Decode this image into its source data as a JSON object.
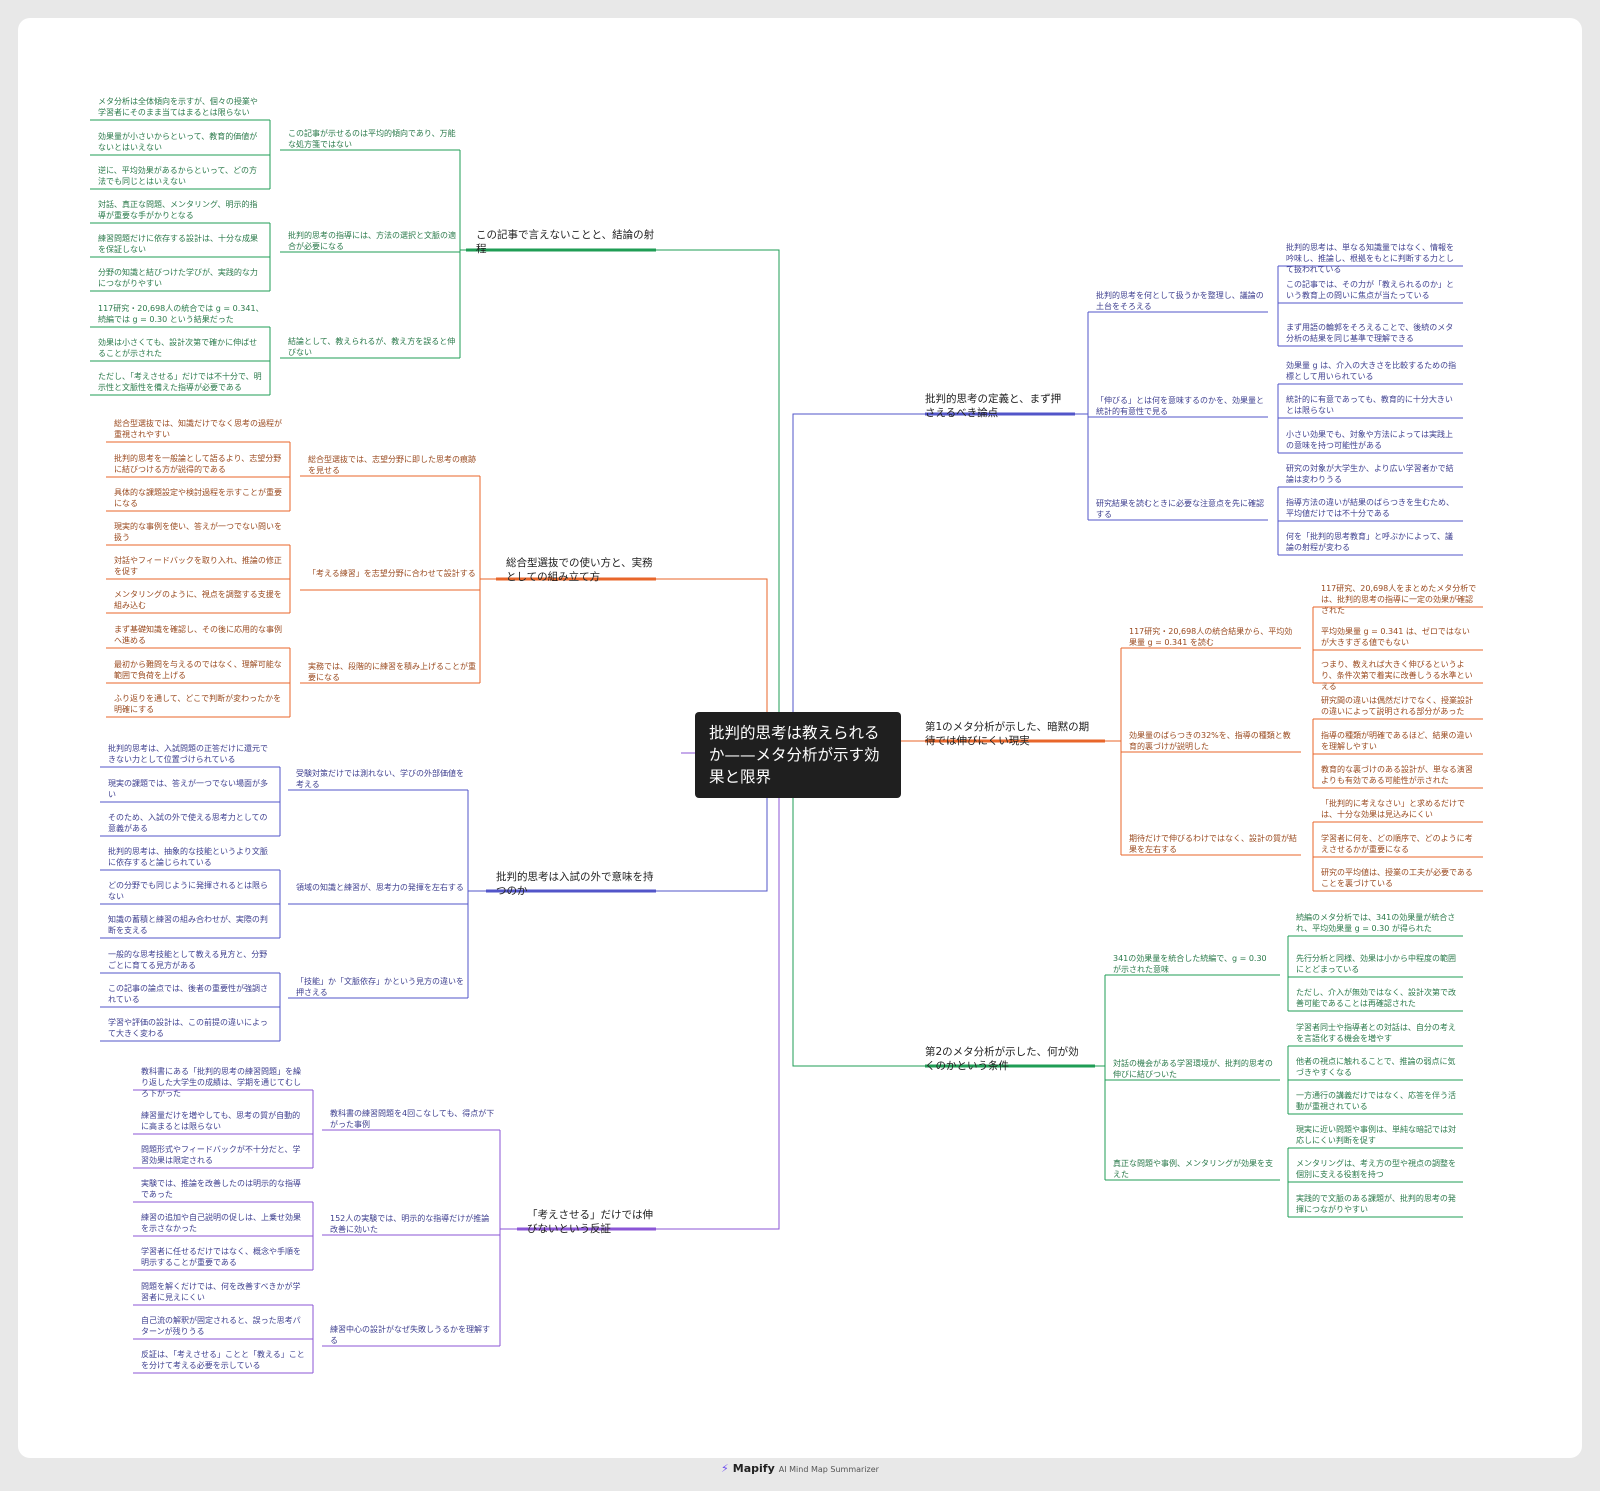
{
  "root": {
    "title": "批判的思考は教えられるか——メタ分析が示す効果と限界"
  },
  "footer": {
    "brand": "Mapify",
    "tagline": "AI Mind Map Summarizer"
  },
  "branches": [
    {
      "name": "branch-scope",
      "label": "この記事で言えないことと、結論の射程",
      "color": "#1f9d55",
      "groups": [
        {
          "label": "この記事が示せるのは平均的傾向であり、万能な処方箋ではない",
          "items": [
            "メタ分析は全体傾向を示すが、個々の授業や学習者にそのまま当てはまるとは限らない",
            "効果量が小さいからといって、教育的価値がないとはいえない",
            "逆に、平均効果があるからといって、どの方法でも同じとはいえない"
          ]
        },
        {
          "label": "批判的思考の指導には、方法の選択と文脈の適合が必要になる",
          "items": [
            "対話、真正な問題、メンタリング、明示的指導が重要な手がかりとなる",
            "練習問題だけに依存する設計は、十分な成果を保証しない",
            "分野の知識と結びつけた学びが、実践的な力につながりやすい"
          ]
        },
        {
          "label": "結論として、教えられるが、教え方を誤ると伸びない",
          "items": [
            "117研究・20,698人の統合では g = 0.341、続編では g = 0.30 という結果だった",
            "効果は小さくても、設計次第で確かに伸ばせることが示された",
            "ただし、「考えさせる」だけでは不十分で、明示性と文脈性を備えた指導が必要である"
          ]
        }
      ]
    },
    {
      "name": "branch-practice",
      "label": "総合型選抜での使い方と、実務としての組み立て方",
      "color": "#e8662a",
      "groups": [
        {
          "label": "総合型選抜では、志望分野に即した思考の痕跡を見せる",
          "items": [
            "総合型選抜では、知識だけでなく思考の過程が重視されやすい",
            "批判的思考を一般論として語るより、志望分野に結びつける方が説得的である",
            "具体的な課題設定や検討過程を示すことが重要になる"
          ]
        },
        {
          "label": "「考える練習」を志望分野に合わせて設計する",
          "items": [
            "現実的な事例を使い、答えが一つでない問いを扱う",
            "対話やフィードバックを取り入れ、推論の修正を促す",
            "メンタリングのように、視点を調整する支援を組み込む"
          ]
        },
        {
          "label": "実務では、段階的に練習を積み上げることが重要になる",
          "items": [
            "まず基礎知識を確認し、その後に応用的な事例へ進める",
            "最初から難問を与えるのではなく、理解可能な範囲で負荷を上げる",
            "ふり返りを通して、どこで判断が変わったかを明確にする"
          ]
        }
      ]
    },
    {
      "name": "branch-outside",
      "label": "批判的思考は入試の外で意味を持つのか",
      "color": "#5255c9",
      "groups": [
        {
          "label": "受験対策だけでは測れない、学びの外部価値を考える",
          "items": [
            "批判的思考は、入試問題の正答だけに還元できない力として位置づけられている",
            "現実の課題では、答えが一つでない場面が多い",
            "そのため、入試の外で使える思考力としての意義がある"
          ]
        },
        {
          "label": "領域の知識と練習が、思考力の発揮を左右する",
          "items": [
            "批判的思考は、抽象的な技能というより文脈に依存すると論じられている",
            "どの分野でも同じように発揮されるとは限らない",
            "知識の蓄積と練習の組み合わせが、実際の判断を支える"
          ]
        },
        {
          "label": "「技能」か「文脈依存」かという見方の違いを押さえる",
          "items": [
            "一般的な思考技能として教える見方と、分野ごとに育てる見方がある",
            "この記事の論点では、後者の重要性が強調されている",
            "学習や評価の設計は、この前提の違いによって大きく変わる"
          ]
        }
      ]
    },
    {
      "name": "branch-counter",
      "label": "「考えさせる」だけでは伸びないという反証",
      "color": "#8b55d6",
      "groups": [
        {
          "label": "教科書の練習問題を4回こなしても、得点が下がった事例",
          "items": [
            "教科書にある「批判的思考の練習問題」を繰り返した大学生の成績は、学期を通じてむしろ下がった",
            "練習量だけを増やしても、思考の質が自動的に高まるとは限らない",
            "問題形式やフィードバックが不十分だと、学習効果は限定される"
          ]
        },
        {
          "label": "152人の実験では、明示的な指導だけが推論改善に効いた",
          "items": [
            "実験では、推論を改善したのは明示的な指導であった",
            "練習の追加や自己説明の促しは、上乗せ効果を示さなかった",
            "学習者に任せるだけではなく、概念や手順を明示することが重要である"
          ]
        },
        {
          "label": "練習中心の設計がなぜ失敗しうるかを理解する",
          "items": [
            "問題を解くだけでは、何を改善すべきかが学習者に見えにくい",
            "自己流の解釈が固定されると、誤った思考パターンが残りうる",
            "反証は、「考えさせる」ことと「教える」ことを分けて考える必要を示している"
          ]
        }
      ]
    },
    {
      "name": "branch-definition",
      "label": "批判的思考の定義と、まず押さえるべき論点",
      "color": "#5255c9",
      "groups": [
        {
          "label": "批判的思考を何として扱うかを整理し、議論の土台をそろえる",
          "items": [
            "批判的思考は、単なる知識量ではなく、情報を吟味し、推論し、根拠をもとに判断する力として扱われている",
            "この記事では、その力が「教えられるのか」という教育上の問いに焦点が当たっている",
            "まず用語の輪郭をそろえることで、後続のメタ分析の結果を同じ基準で理解できる"
          ]
        },
        {
          "label": "「伸びる」とは何を意味するのかを、効果量と統計的有意性で見る",
          "items": [
            "効果量 g は、介入の大きさを比較するための指標として用いられている",
            "統計的に有意であっても、教育的に十分大きいとは限らない",
            "小さい効果でも、対象や方法によっては実践上の意味を持つ可能性がある"
          ]
        },
        {
          "label": "研究結果を読むときに必要な注意点を先に確認する",
          "items": [
            "研究の対象が大学生か、より広い学習者かで結論は変わりうる",
            "指導方法の違いが結果のばらつきを生むため、平均値だけでは不十分である",
            "何を「批判的思考教育」と呼ぶかによって、議論の射程が変わる"
          ]
        }
      ]
    },
    {
      "name": "branch-meta1",
      "label": "第1のメタ分析が示した、暗黙の期待では伸びにくい現実",
      "color": "#e8662a",
      "groups": [
        {
          "label": "117研究・20,698人の統合結果から、平均効果量 g = 0.341 を読む",
          "items": [
            "117研究、20,698人をまとめたメタ分析では、批判的思考の指導に一定の効果が確認された",
            "平均効果量 g = 0.341 は、ゼロではないが大きすぎる値でもない",
            "つまり、教えれば大きく伸びるというより、条件次第で着実に改善しうる水準といえる"
          ]
        },
        {
          "label": "効果量のばらつきの32%を、指導の種類と教育的裏づけが説明した",
          "items": [
            "研究間の違いは偶然だけでなく、授業設計の違いによって説明される部分があった",
            "指導の種類が明確であるほど、結果の違いを理解しやすい",
            "教育的な裏づけのある設計が、単なる演習よりも有効である可能性が示された"
          ]
        },
        {
          "label": "期待だけで伸びるわけではなく、設計の質が結果を左右する",
          "items": [
            "「批判的に考えなさい」と求めるだけでは、十分な効果は見込みにくい",
            "学習者に何を、どの順序で、どのように考えさせるかが重要になる",
            "研究の平均値は、授業の工夫が必要であることを裏づけている"
          ]
        }
      ]
    },
    {
      "name": "branch-meta2",
      "label": "第2のメタ分析が示した、何が効くのかという条件",
      "color": "#1f9d55",
      "groups": [
        {
          "label": "341の効果量を統合した続編で、g = 0.30 が示された意味",
          "items": [
            "続編のメタ分析では、341の効果量が統合され、平均効果量 g = 0.30 が得られた",
            "先行分析と同様、効果は小から中程度の範囲にとどまっている",
            "ただし、介入が無効ではなく、設計次第で改善可能であることは再確認された"
          ]
        },
        {
          "label": "対話の機会がある学習環境が、批判的思考の伸びに結びついた",
          "items": [
            "学習者同士や指導者との対話は、自分の考えを言語化する機会を増やす",
            "他者の視点に触れることで、推論の弱点に気づきやすくなる",
            "一方通行の講義だけではなく、応答を伴う活動が重視されている"
          ]
        },
        {
          "label": "真正な問題や事例、メンタリングが効果を支えた",
          "items": [
            "現実に近い問題や事例は、単純な暗記では対応しにくい判断を促す",
            "メンタリングは、考え方の型や視点の調整を個別に支える役割を持つ",
            "実践的で文脈のある課題が、批判的思考の発揮につながりやすい"
          ]
        }
      ]
    }
  ]
}
